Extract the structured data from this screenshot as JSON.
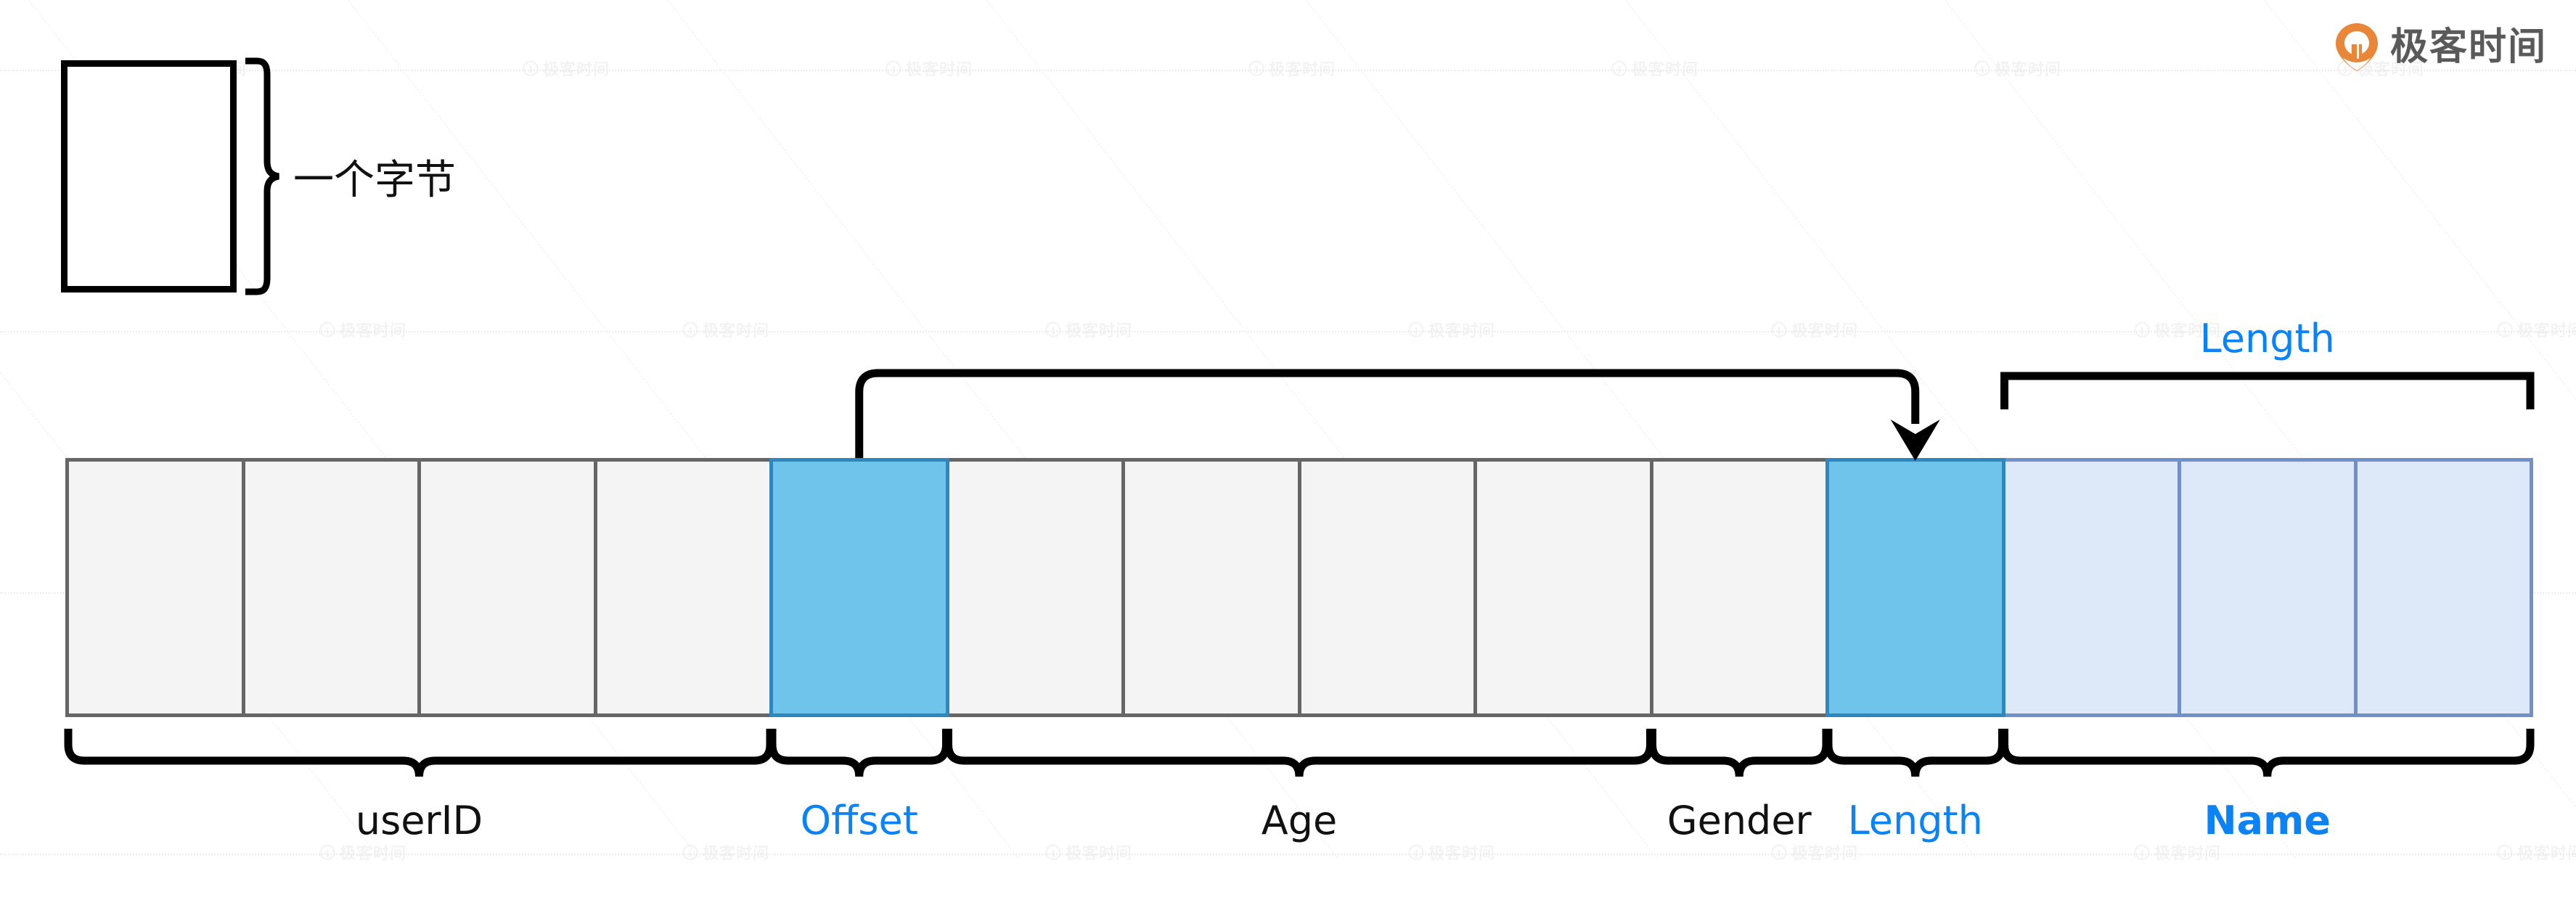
{
  "brand": {
    "logo_icon": "geektime-pin-icon",
    "name": "极客时间",
    "accent_color": "#e8863a"
  },
  "watermark": {
    "text": "极客时间",
    "icon": "geektime-pin-icon"
  },
  "legend": {
    "box_icon": "single-byte-box",
    "brace_icon": "right-curly-brace-icon",
    "label": "一个字节"
  },
  "diagram": {
    "type": "byte-layout",
    "title": "",
    "colors": {
      "plain_fill": "#f4f4f4",
      "plain_border": "#666666",
      "accent_fill": "#6ec4ea",
      "accent_border": "#2f87bd",
      "soft_fill": "#dde8f9",
      "soft_border": "#6f90c8",
      "label_blue": "#0b82f5",
      "label_dark": "#111111"
    },
    "cells": [
      {
        "index": 0,
        "style": "plain",
        "field": "userID"
      },
      {
        "index": 1,
        "style": "plain",
        "field": "userID"
      },
      {
        "index": 2,
        "style": "plain",
        "field": "userID"
      },
      {
        "index": 3,
        "style": "plain",
        "field": "userID"
      },
      {
        "index": 4,
        "style": "accent",
        "field": "Offset"
      },
      {
        "index": 5,
        "style": "plain",
        "field": "Age"
      },
      {
        "index": 6,
        "style": "plain",
        "field": "Age"
      },
      {
        "index": 7,
        "style": "plain",
        "field": "Age"
      },
      {
        "index": 8,
        "style": "plain",
        "field": "Age"
      },
      {
        "index": 9,
        "style": "plain",
        "field": "Gender"
      },
      {
        "index": 10,
        "style": "accent",
        "field": "Length"
      },
      {
        "index": 11,
        "style": "soft",
        "field": "Name"
      },
      {
        "index": 12,
        "style": "soft",
        "field": "Name"
      },
      {
        "index": 13,
        "style": "soft",
        "field": "Name"
      }
    ],
    "field_labels": [
      {
        "id": "userid",
        "text": "userID",
        "tone": "dark",
        "cell_from": 0,
        "cell_to": 3
      },
      {
        "id": "offset",
        "text": "Offset",
        "tone": "blue",
        "cell_from": 4,
        "cell_to": 4
      },
      {
        "id": "age",
        "text": "Age",
        "tone": "dark",
        "cell_from": 5,
        "cell_to": 8
      },
      {
        "id": "gender",
        "text": "Gender",
        "tone": "dark",
        "cell_from": 9,
        "cell_to": 9
      },
      {
        "id": "length",
        "text": "Length",
        "tone": "blue",
        "cell_from": 10,
        "cell_to": 10
      },
      {
        "id": "name",
        "text": "Name",
        "tone": "blue-bold",
        "cell_from": 11,
        "cell_to": 13
      }
    ],
    "top_bracket": {
      "label": "Length",
      "tone": "blue",
      "icon": "span-bracket-icon",
      "cell_from": 11,
      "cell_to": 13
    },
    "pointer_arrow": {
      "icon": "pointer-arrow-icon",
      "from_cell": 4,
      "to_cell": 10,
      "description": "Offset points to Length"
    }
  }
}
